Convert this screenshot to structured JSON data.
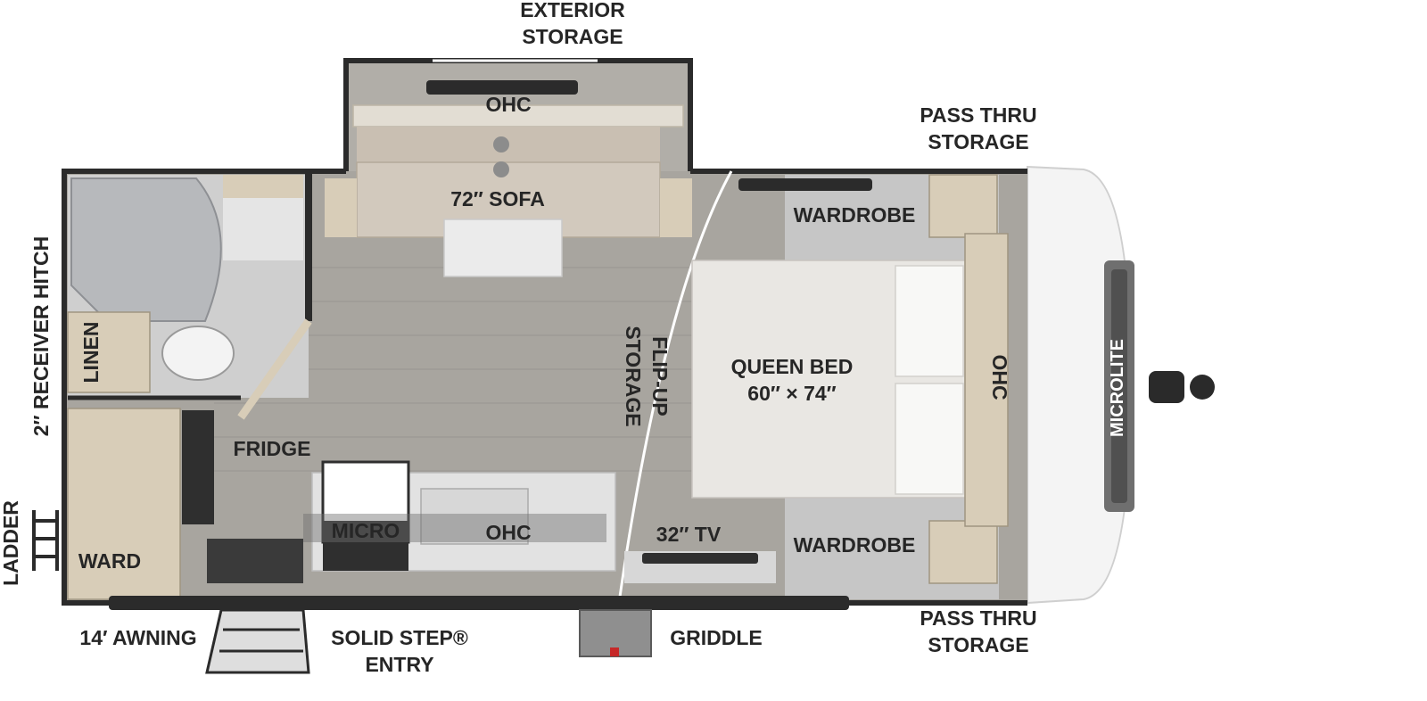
{
  "labels": {
    "exterior_storage": [
      "EXTERIOR",
      "STORAGE"
    ],
    "ohc_top": "OHC",
    "sofa": "72″ SOFA",
    "pass_thru_top": [
      "PASS THRU",
      "STORAGE"
    ],
    "wardrobe_top": "WARDROBE",
    "receiver_hitch": "2″ RECEIVER HITCH",
    "linen": "LINEN",
    "flip_up_storage": [
      "FLIP-UP",
      "STORAGE"
    ],
    "queen_bed": [
      "QUEEN BED",
      "60″ × 74″"
    ],
    "ohc_front": "OHC",
    "fridge": "FRIDGE",
    "micro": "MICRO",
    "ohc_kitchen": "OHC",
    "tv": "32″ TV",
    "wardrobe_bottom": "WARDROBE",
    "ladder": "LADDER",
    "ward": "WARD",
    "awning": "14′ AWNING",
    "solid_step": [
      "SOLID STEP®",
      "ENTRY"
    ],
    "griddle": "GRIDDLE",
    "pass_thru_bottom": [
      "PASS THRU",
      "STORAGE"
    ],
    "brand": "MICROLITE"
  },
  "colors": {
    "floor": "#a8a59f",
    "wall": "#2b2b2b",
    "cabinet": "#d8cdb8",
    "counter": "#e2e2e2",
    "sofa": "#d2c9bd",
    "bed": "#e9e7e3",
    "pillow": "#f8f8f6",
    "front_cap": "#f4f4f4",
    "text": "#262626"
  }
}
